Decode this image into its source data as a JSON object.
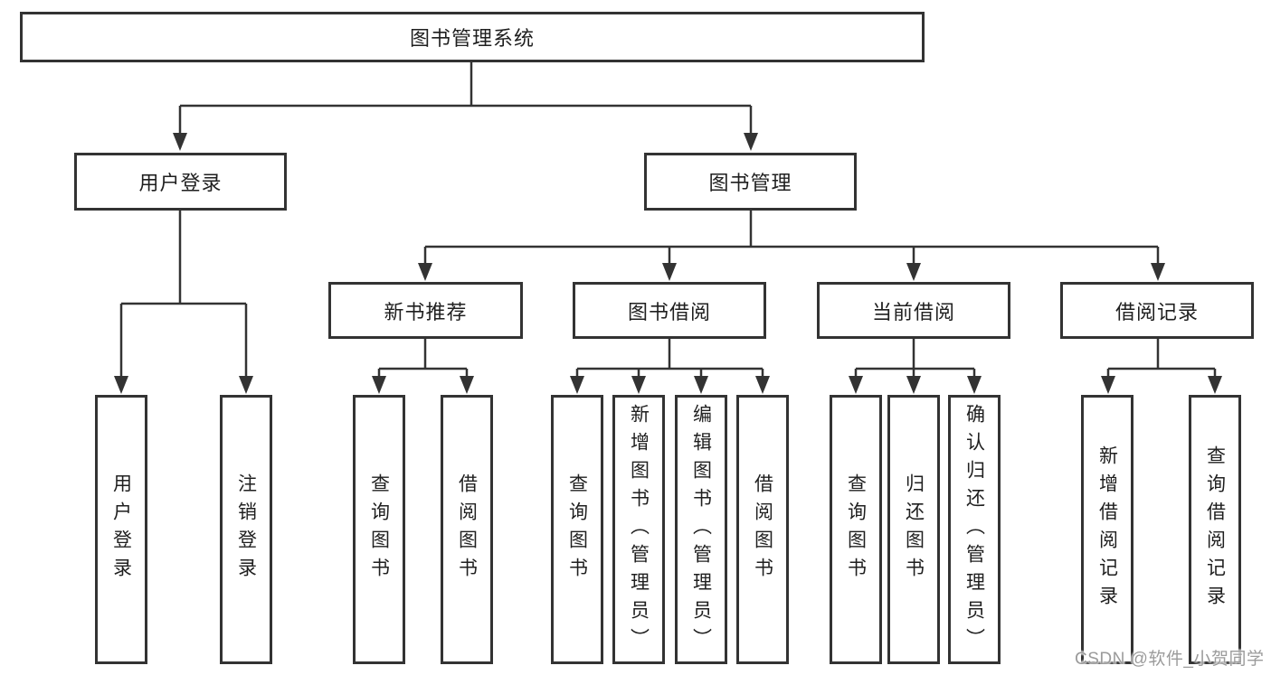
{
  "diagram": {
    "root": {
      "label": "图书管理系统"
    },
    "level2": [
      {
        "id": "user-login",
        "label": "用户登录",
        "children": [
          "用户登录",
          "注销登录"
        ]
      },
      {
        "id": "book-management",
        "label": "图书管理"
      }
    ],
    "level3": [
      {
        "id": "new-book-recommend",
        "label": "新书推荐",
        "children": [
          "查询图书",
          "借阅图书"
        ]
      },
      {
        "id": "book-borrow",
        "label": "图书借阅",
        "children": [
          "查询图书",
          "新增图书（管理员）",
          "编辑图书（管理员）",
          "借阅图书"
        ]
      },
      {
        "id": "current-borrow",
        "label": "当前借阅",
        "children": [
          "查询图书",
          "归还图书",
          "确认归还（管理员）"
        ]
      },
      {
        "id": "borrow-records",
        "label": "借阅记录",
        "children": [
          "新增借阅记录",
          "查询借阅记录"
        ]
      }
    ]
  },
  "watermark": {
    "text": "CSDN @软件_小贺同学",
    "color": "#9b9b9b"
  },
  "colors": {
    "line": "#333333",
    "box_border": "#333333",
    "text": "#1f1f1f",
    "background": "#ffffff"
  }
}
